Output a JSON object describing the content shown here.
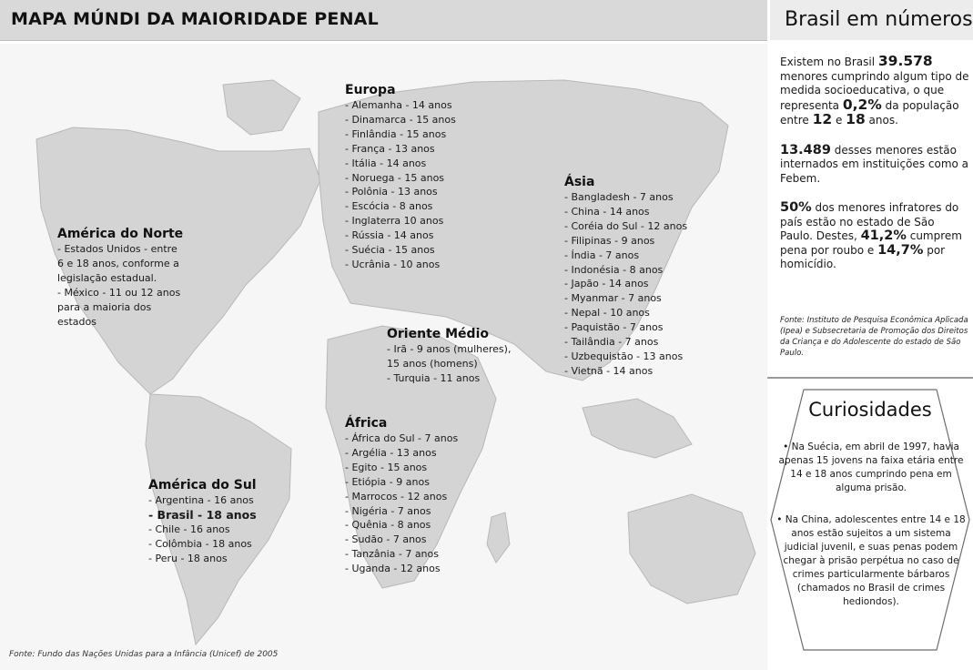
{
  "header": {
    "title": "MAPA MÚNDI DA MAIORIDADE PENAL",
    "side_title": "Brasil em números"
  },
  "regions": [
    {
      "title": "América do Norte",
      "items": [
        {
          "text": "- Estados Unidos - entre 6 e 18 anos, conforme a legislação estadual.",
          "wrap": true
        },
        {
          "text": "- México - 11 ou 12 anos para a maioria dos estados",
          "wrap": true
        }
      ]
    },
    {
      "title": "Europa",
      "items": [
        {
          "text": "- Alemanha - 14 anos"
        },
        {
          "text": "- Dinamarca - 15 anos"
        },
        {
          "text": "- Finlândia - 15 anos"
        },
        {
          "text": "- França - 13 anos"
        },
        {
          "text": "- Itália - 14 anos"
        },
        {
          "text": "- Noruega - 15 anos"
        },
        {
          "text": "- Polônia - 13 anos"
        },
        {
          "text": "- Escócia - 8 anos"
        },
        {
          "text": "- Inglaterra  10 anos"
        },
        {
          "text": "- Rússia - 14 anos"
        },
        {
          "text": "- Suécia - 15 anos"
        },
        {
          "text": "- Ucrânia - 10 anos"
        }
      ]
    },
    {
      "title": "Ásia",
      "items": [
        {
          "text": "- Bangladesh - 7 anos"
        },
        {
          "text": "- China - 14 anos"
        },
        {
          "text": "- Coréia do Sul - 12 anos"
        },
        {
          "text": "- Filipinas - 9 anos"
        },
        {
          "text": "- Índia - 7 anos"
        },
        {
          "text": "- Indonésia - 8 anos"
        },
        {
          "text": "- Japão - 14 anos"
        },
        {
          "text": "- Myanmar - 7 anos"
        },
        {
          "text": "- Nepal - 10 anos"
        },
        {
          "text": "- Paquistão - 7 anos"
        },
        {
          "text": "- Tailândia - 7 anos"
        },
        {
          "text": "- Uzbequistão - 13 anos"
        },
        {
          "text": "- Vietnã - 14 anos"
        }
      ]
    },
    {
      "title": "Oriente Médio",
      "items": [
        {
          "text": "- Irã - 9 anos (mulheres),"
        },
        {
          "text": "15 anos (homens)"
        },
        {
          "text": "- Turquia - 11 anos"
        }
      ]
    },
    {
      "title": "África",
      "items": [
        {
          "text": "- África do Sul - 7 anos"
        },
        {
          "text": "- Argélia - 13 anos"
        },
        {
          "text": "- Egito - 15 anos"
        },
        {
          "text": "- Etiópia - 9 anos"
        },
        {
          "text": "- Marrocos - 12 anos"
        },
        {
          "text": "- Nigéria - 7 anos"
        },
        {
          "text": "- Quênia - 8 anos"
        },
        {
          "text": "- Sudão - 7 anos"
        },
        {
          "text": "- Tanzânia - 7 anos"
        },
        {
          "text": "- Uganda - 12 anos"
        }
      ]
    },
    {
      "title": "América do Sul",
      "items": [
        {
          "text": "- Argentina - 16 anos"
        },
        {
          "text": "- Brasil - 18 anos",
          "bold": true
        },
        {
          "text": "- Chile - 16 anos"
        },
        {
          "text": "- Colômbia - 18 anos"
        },
        {
          "text": "- Peru - 18 anos"
        }
      ]
    }
  ],
  "map_source": "Fonte: Fundo das Nações Unidas para a Infância (Unicef) de 2005",
  "stats": {
    "p1_a": "Existem no Brasil ",
    "p1_num": "39.578",
    "p1_b": " menores cumprindo algum tipo de medida socioeducativa, o que representa ",
    "p1_pct": "0,2%",
    "p1_c": " da população entre ",
    "p1_age1": "12",
    "p1_d": " e ",
    "p1_age2": "18",
    "p1_e": " anos.",
    "p2_num": "13.489",
    "p2_text": " desses menores estão internados em instituições como a Febem.",
    "p3_pct": "50%",
    "p3_a": " dos menores infratores do país estão no estado de São Paulo. Destes, ",
    "p3_pct2": "41,2%",
    "p3_b": " cumprem pena por roubo e ",
    "p3_pct3": "14,7%",
    "p3_c": " por homicídio."
  },
  "stats_source": "Fonte: Instituto de Pesquisa Econômica Aplicada (Ipea) e Subsecretaria de Promoção dos Direitos da Criança e do Adolescente do estado de São Paulo.",
  "curiosidades": {
    "title": "Curiosidades",
    "item1": "• Na Suécia, em abril de 1997, havia apenas 15 jovens na faixa etária entre 14 e 18 anos cumprindo pena em alguma prisão.",
    "item2": "• Na China, adolescentes entre 14 e 18 anos estão sujeitos a um sistema judicial juvenil, e suas penas podem chegar à prisão perpétua no caso de crimes particularmente bárbaros (chamados no Brasil de crimes hediondos)."
  }
}
